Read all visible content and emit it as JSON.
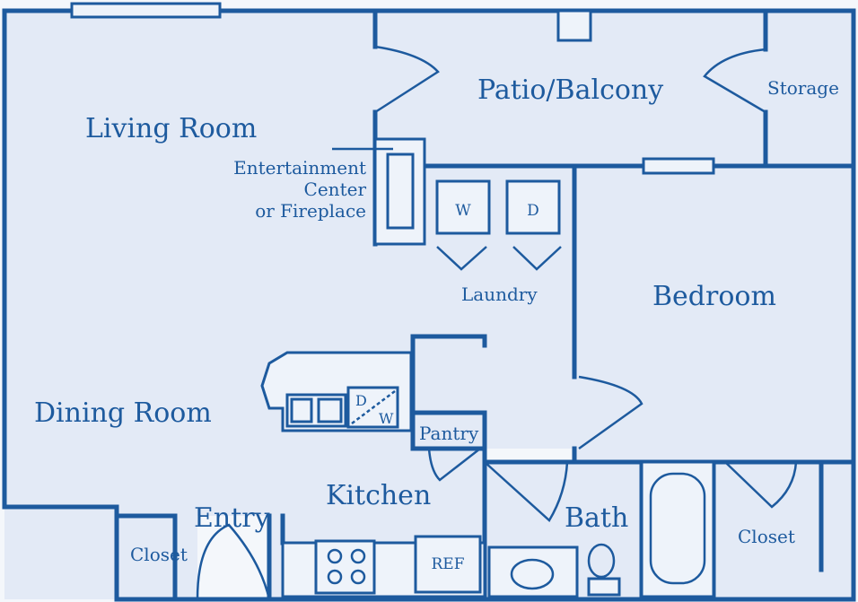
{
  "colors": {
    "line": "#1d5a9e",
    "room_fill": "#e3eaf6",
    "outside_fill": "#f4f7fb"
  },
  "rooms": {
    "living": "Living Room",
    "patio": "Patio/Balcony",
    "storage": "Storage",
    "entertainment": [
      "Entertainment",
      "Center",
      "or Fireplace"
    ],
    "laundry": "Laundry",
    "bedroom": "Bedroom",
    "dining": "Dining Room",
    "pantry": "Pantry",
    "kitchen": "Kitchen",
    "entry": "Entry",
    "closet_entry": "Closet",
    "bath": "Bath",
    "closet_bedroom": "Closet"
  },
  "fixtures": {
    "washer": "W",
    "dryer": "D",
    "dishwasher_d": "D",
    "dishwasher_w": "W",
    "refrigerator": "REF"
  }
}
